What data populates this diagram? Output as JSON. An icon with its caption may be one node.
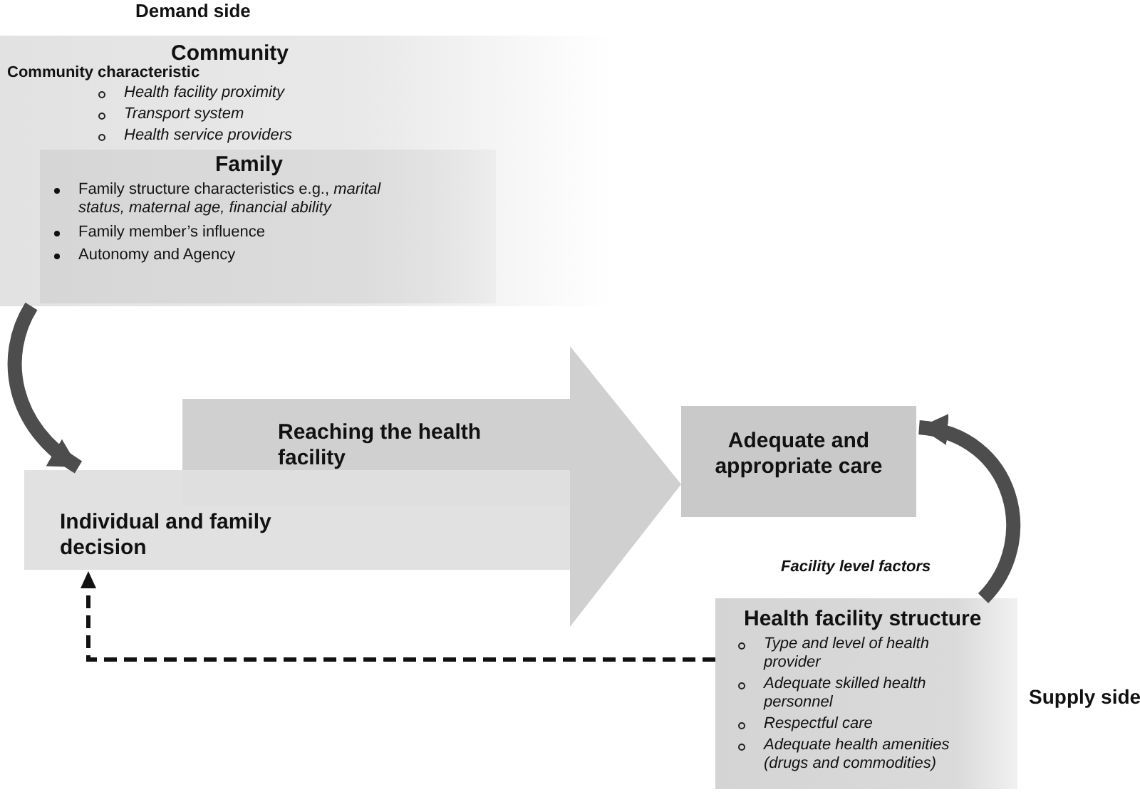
{
  "diagram": {
    "nodes": [
      {
        "text": [
          "Community",
          "Community characteristic",
          "Health facility proximity",
          "Transport system",
          "Health service providers"
        ]
      },
      {
        "text": [
          "Family",
          "Family structure characteristics e.g., *marital status, maternal age, financial ability*",
          "Family member’s influence",
          "Autonomy and Agency"
        ],
        "in": 0
      },
      {
        "text": [
          "Reaching the health facility"
        ]
      },
      {
        "text": [
          "Adequate and appropriate care"
        ]
      },
      {
        "text": [
          "Individual and family decision"
        ]
      },
      {
        "text": [
          "Health facility structure",
          "Type and level of health provider",
          "Adequate skilled health personnel",
          "Respectful care",
          "Adequate health amenities (drugs and commodities)"
        ]
      }
    ],
    "edges": [
      {
        "from": 0,
        "to": 4,
        "arrow": "to"
      },
      {
        "from": 5,
        "to": 3,
        "arrow": "to"
      },
      {
        "from": 5,
        "to": 4,
        "arrow": "to",
        "style": "dashed",
        "color": "#111111"
      },
      {
        "from": 4,
        "to": 3,
        "arrow": "to",
        "color": "#d0d0d0"
      }
    ],
    "labels": [
      "Demand side",
      "Facility level factors",
      "Supply side"
    ]
  }
}
